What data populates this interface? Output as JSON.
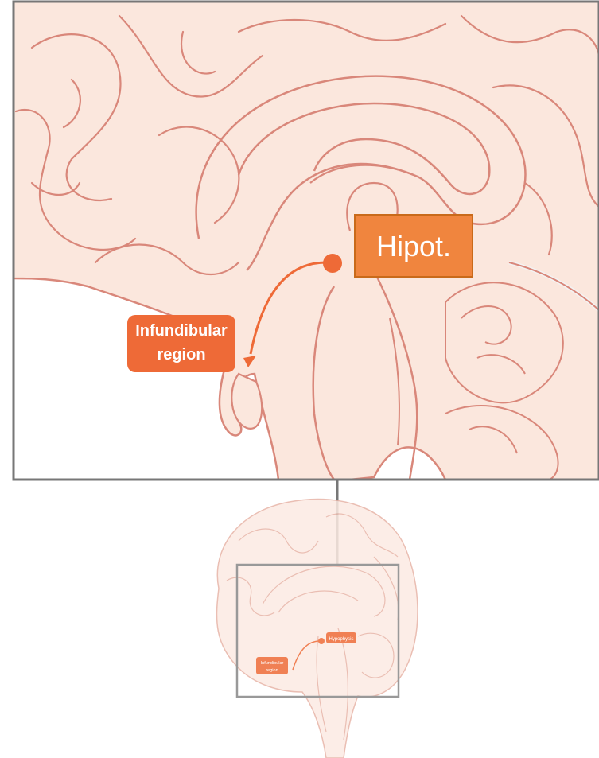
{
  "zoom_view": {
    "main_label": "Hipot.",
    "side_label_line1": "Infundibular",
    "side_label_line2": "region"
  },
  "overview": {
    "main_label": "Hypophysis",
    "side_label_line1": "Infundibular",
    "side_label_line2": "region"
  },
  "colors": {
    "brain_fill": "#fbe7dd",
    "brain_stroke": "#d9877a",
    "accent": "#ee6a37",
    "label_box": "#f0853e",
    "frame": "#777777"
  }
}
